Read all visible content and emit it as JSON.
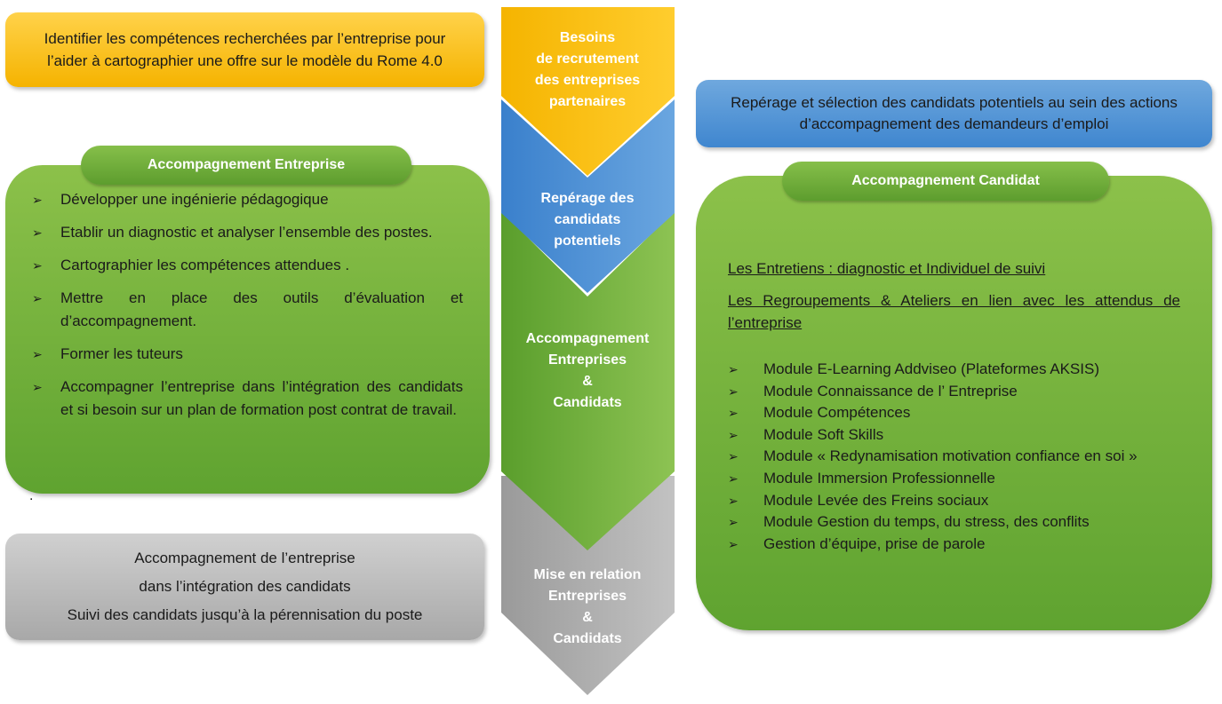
{
  "top_left_box": {
    "line1": "Identifier les compétences recherchées par l’entreprise pour",
    "line2": "l’aider à cartographier une offre sur le modèle du Rome 4.0"
  },
  "left_panel": {
    "title": "Accompagnement Entreprise",
    "items": [
      "Développer une ingénierie pédagogique",
      "Etablir un diagnostic et analyser  l’ensemble des postes.",
      "Cartographier les compétences attendues .",
      "Mettre en place des outils d’évaluation et d’accompagnement.",
      "Former les tuteurs",
      "Accompagner l’entreprise dans l’intégration des candidats  et si besoin sur un plan de formation post contrat de travail."
    ],
    "trailing_dot": "."
  },
  "bottom_left_box": {
    "line1": "Accompagnement de l’entreprise",
    "line2": "dans l’intégration des candidats",
    "line3": "Suivi des candidats jusqu’à la pérennisation du poste"
  },
  "top_right_box": {
    "line1": "Repérage et sélection des candidats potentiels au sein des actions",
    "line2": "d’accompagnement des demandeurs d’emploi"
  },
  "right_panel": {
    "title": "Accompagnement Candidat",
    "heading1": "Les Entretiens : diagnostic et Individuel de suivi",
    "heading2": "Les Regroupements & Ateliers en lien avec les attendus de l’entreprise",
    "modules": [
      "Module E-Learning Addviseo (Plateformes AKSIS)",
      "Module Connaissance de l’ Entreprise",
      "Module Compétences",
      "Module Soft Skills",
      "Module « Redynamisation motivation confiance en soi »",
      "Module Immersion Professionnelle",
      "Module Levée des Freins sociaux",
      "Module Gestion du temps, du stress, des conflits",
      "Gestion d’équipe, prise de parole"
    ]
  },
  "bullet_glyph": "➢",
  "chevrons": [
    {
      "lines": [
        "Besoins",
        "de recrutement",
        "des entreprises",
        "partenaires"
      ],
      "color": "#f7bd12"
    },
    {
      "lines": [
        "Repérage des",
        "candidats",
        "potentiels"
      ],
      "color": "#4a8fd6"
    },
    {
      "lines": [
        "Accompagnement",
        "Entreprises",
        "&",
        "Candidats"
      ],
      "color": "#6aae3a"
    },
    {
      "lines": [
        "Mise en relation",
        "Entreprises",
        "&",
        "Candidats"
      ],
      "color": "#a9a9a9"
    }
  ]
}
